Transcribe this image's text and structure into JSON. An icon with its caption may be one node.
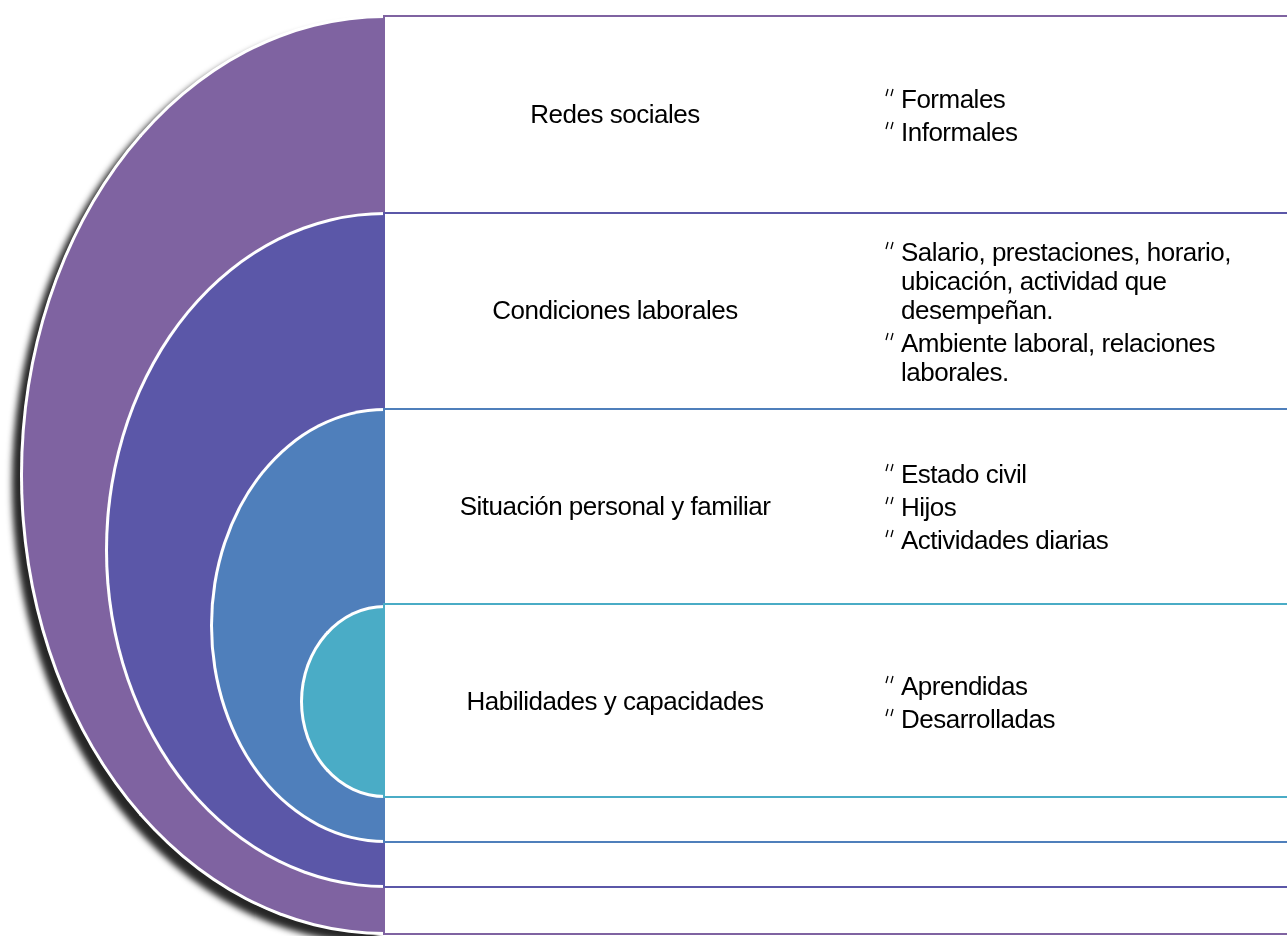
{
  "diagram": {
    "nodes": [
      {
        "text": [
          "Redes sociales",
          "Formales",
          "Informales"
        ]
      },
      {
        "text": [
          "Condiciones laborales",
          "Salario, prestaciones, horario, ubicación, actividad que desempeñan.",
          "Ambiente laboral, relaciones laborales."
        ],
        "in": 0
      },
      {
        "text": [
          "Situación personal y familiar",
          "Estado civil",
          "Hijos",
          "Actividades diarias"
        ],
        "in": 1
      },
      {
        "text": [
          "Habilidades y capacidades",
          "Aprendidas",
          "Desarrolladas"
        ],
        "in": 2
      },
      {
        "text": [],
        "shape": "circle"
      },
      {
        "text": [],
        "shape": "circle",
        "in": 4
      },
      {
        "text": [],
        "shape": "circle",
        "in": 5
      },
      {
        "text": [],
        "shape": "circle",
        "in": 6
      }
    ],
    "edges": []
  }
}
